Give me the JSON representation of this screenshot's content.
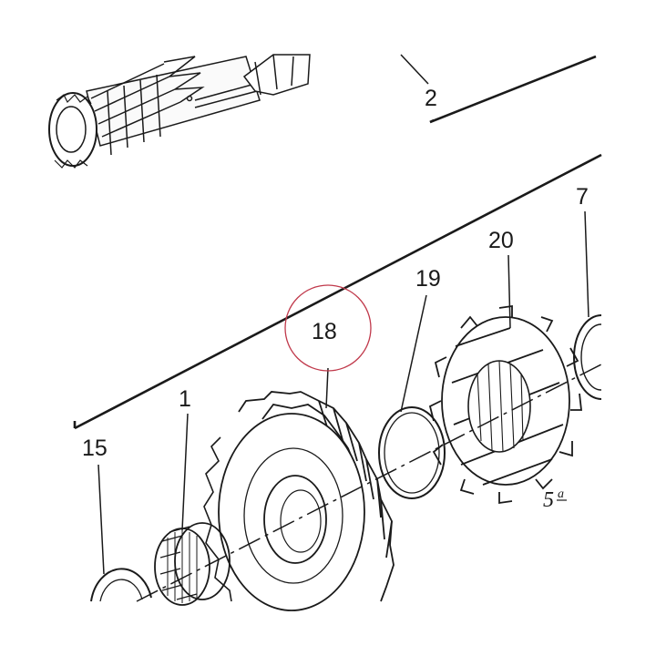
{
  "callouts": {
    "c2": "2",
    "c7": "7",
    "c20": "20",
    "c19": "19",
    "c18": "18",
    "c1": "1",
    "c15": "15"
  },
  "sheet_mark": {
    "number": "5",
    "suffix": "a"
  },
  "colors": {
    "line": "#1a1a1a",
    "highlight_circle": "#c0394b",
    "background": "#ffffff"
  }
}
